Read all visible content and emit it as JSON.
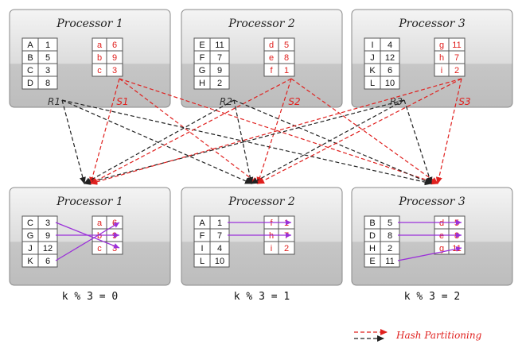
{
  "colors": {
    "red": "#e0201e",
    "black": "#222222",
    "purple": "#9b30d9"
  },
  "processors_top": [
    {
      "title": "Processor 1",
      "r_rows": [
        [
          "A",
          "1"
        ],
        [
          "B",
          "5"
        ],
        [
          "C",
          "3"
        ],
        [
          "D",
          "8"
        ]
      ],
      "s_rows": [
        [
          "a",
          "6"
        ],
        [
          "b",
          "9"
        ],
        [
          "c",
          "3"
        ]
      ],
      "r_label": "R1",
      "s_label": "S1"
    },
    {
      "title": "Processor 2",
      "r_rows": [
        [
          "E",
          "11"
        ],
        [
          "F",
          "7"
        ],
        [
          "G",
          "9"
        ],
        [
          "H",
          "2"
        ]
      ],
      "s_rows": [
        [
          "d",
          "5"
        ],
        [
          "e",
          "8"
        ],
        [
          "f",
          "1"
        ]
      ],
      "r_label": "R2",
      "s_label": "S2"
    },
    {
      "title": "Processor 3",
      "r_rows": [
        [
          "I",
          "4"
        ],
        [
          "J",
          "12"
        ],
        [
          "K",
          "6"
        ],
        [
          "L",
          "10"
        ]
      ],
      "s_rows": [
        [
          "g",
          "11"
        ],
        [
          "h",
          "7"
        ],
        [
          "i",
          "2"
        ]
      ],
      "r_label": "R3",
      "s_label": "S3"
    }
  ],
  "processors_bottom": [
    {
      "title": "Processor 1",
      "r_rows": [
        [
          "C",
          "3"
        ],
        [
          "G",
          "9"
        ],
        [
          "J",
          "12"
        ],
        [
          "K",
          "6"
        ]
      ],
      "s_rows": [
        [
          "a",
          "6"
        ],
        [
          "b",
          "9"
        ],
        [
          "c",
          "3"
        ]
      ],
      "caption": "k % 3 = 0"
    },
    {
      "title": "Processor 2",
      "r_rows": [
        [
          "A",
          "1"
        ],
        [
          "F",
          "7"
        ],
        [
          "I",
          "4"
        ],
        [
          "L",
          "10"
        ]
      ],
      "s_rows": [
        [
          "f",
          "1"
        ],
        [
          "h",
          "7"
        ],
        [
          "i",
          "2"
        ]
      ],
      "caption": "k % 3 = 1"
    },
    {
      "title": "Processor 3",
      "r_rows": [
        [
          "B",
          "5"
        ],
        [
          "D",
          "8"
        ],
        [
          "H",
          "2"
        ],
        [
          "E",
          "11"
        ]
      ],
      "s_rows": [
        [
          "d",
          "5"
        ],
        [
          "e",
          "8"
        ],
        [
          "g",
          "11"
        ]
      ],
      "caption": "k % 3 = 2"
    }
  ],
  "legend": {
    "label": "Hash Partitioning"
  }
}
